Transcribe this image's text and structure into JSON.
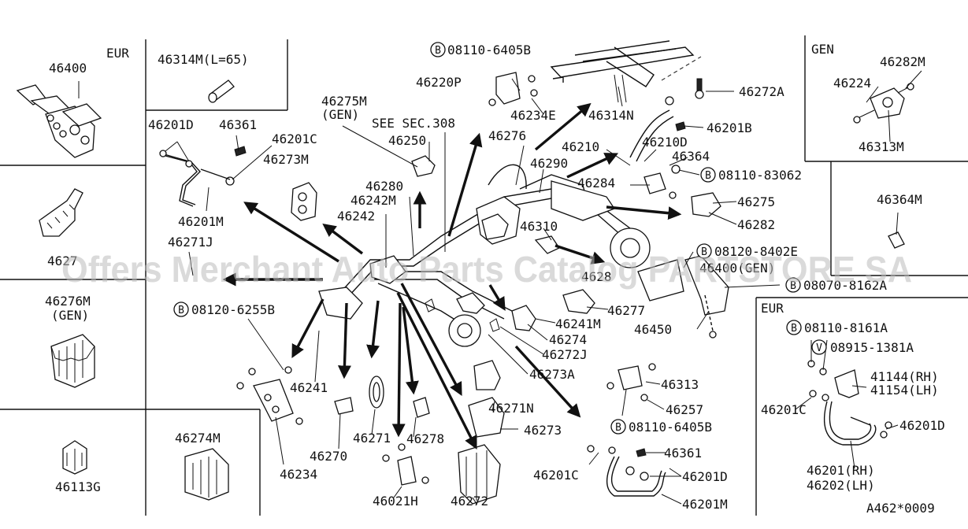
{
  "labels": {
    "eur_tl": "EUR",
    "p46400": "46400",
    "p46314M": "46314M(L=65)",
    "p46201D_a": "46201D",
    "p46361_a": "46361",
    "p46201C_a": "46201C",
    "p46201M_a": "46201M",
    "p46275M": "46275M",
    "gen_a": "(GEN)",
    "seesec": "SEE SEC.308",
    "p46250": "46250",
    "p46273M": "46273M",
    "p46280": "46280",
    "p46242M": "46242M",
    "p46242": "46242",
    "p46271J": "46271J",
    "p4627x": "4627",
    "p46276M": "46276M",
    "gen_b": "(GEN)",
    "p08120_6255B": "08120-6255B",
    "p46241": "46241",
    "p46270": "46270",
    "p46234": "46234",
    "p46271": "46271",
    "p46021H": "46021H",
    "p46278": "46278",
    "p46272": "46272",
    "p46273": "46273",
    "p46271N": "46271N",
    "p46274M": "46274M",
    "p46113G": "46113G",
    "p08110_6405B_top": "08110-6405B",
    "p46220P": "46220P",
    "p46234E": "46234E",
    "p46276": "46276",
    "p46290": "46290",
    "p46314N": "46314N",
    "p46272A": "46272A",
    "p46201B": "46201B",
    "p46210": "46210",
    "p46210D": "46210D",
    "p46364": "46364",
    "p08110_83062": "08110-83062",
    "p46284": "46284",
    "p46275": "46275",
    "p46282": "46282",
    "p46310": "46310",
    "p08120_8402E": "08120-8402E",
    "p46400GEN": "46400(GEN)",
    "p4628x": "4628",
    "p08070_8162A": "08070-8162A",
    "p46277": "46277",
    "p46241M": "46241M",
    "p46450": "46450",
    "p46274": "46274",
    "p46272J": "46272J",
    "p46273A": "46273A",
    "p46313": "46313",
    "p46257": "46257",
    "p08110_6405B_bot": "08110-6405B",
    "p46361_b": "46361",
    "p46201C_b": "46201C",
    "p46201D_b": "46201D",
    "p46201M_b": "46201M",
    "gen_tr": "GEN",
    "p46282M": "46282M",
    "p46224": "46224",
    "p46313M": "46313M",
    "p46364M": "46364M",
    "eur_br": "EUR",
    "p08110_8161A": "08110-8161A",
    "p08915_1381A": "08915-1381A",
    "p41144": "41144(RH)",
    "p41154": "41154(LH)",
    "p46201C_c": "46201C",
    "p46201D_c": "46201D",
    "p46201": "46201(RH)",
    "p46202": "46202(LH)",
    "code": "A462*0009",
    "watermark": "Offers Merchant Auto Parts Catalog PARTSTORE SA"
  },
  "markers": {
    "b": "B",
    "v": "V"
  }
}
